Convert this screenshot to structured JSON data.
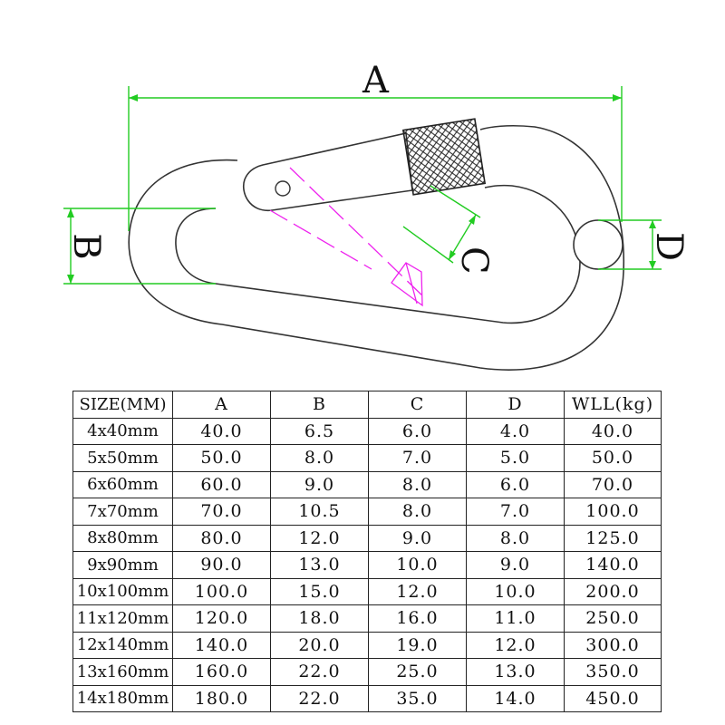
{
  "diagram": {
    "labels": {
      "a": "A",
      "b": "B",
      "c": "C",
      "d": "D"
    },
    "colors": {
      "dimension": "#22cc22",
      "guide": "#ee22ee",
      "outline": "#333333"
    }
  },
  "table": {
    "headers": [
      "SIZE(MM)",
      "A",
      "B",
      "C",
      "D",
      "WLL(kg)"
    ],
    "rows": [
      [
        "4x40mm",
        "40.0",
        "6.5",
        "6.0",
        "4.0",
        "40.0"
      ],
      [
        "5x50mm",
        "50.0",
        "8.0",
        "7.0",
        "5.0",
        "50.0"
      ],
      [
        "6x60mm",
        "60.0",
        "9.0",
        "8.0",
        "6.0",
        "70.0"
      ],
      [
        "7x70mm",
        "70.0",
        "10.5",
        "8.0",
        "7.0",
        "100.0"
      ],
      [
        "8x80mm",
        "80.0",
        "12.0",
        "9.0",
        "8.0",
        "125.0"
      ],
      [
        "9x90mm",
        "90.0",
        "13.0",
        "10.0",
        "9.0",
        "140.0"
      ],
      [
        "10x100mm",
        "100.0",
        "15.0",
        "12.0",
        "10.0",
        "200.0"
      ],
      [
        "11x120mm",
        "120.0",
        "18.0",
        "16.0",
        "11.0",
        "250.0"
      ],
      [
        "12x140mm",
        "140.0",
        "20.0",
        "19.0",
        "12.0",
        "300.0"
      ],
      [
        "13x160mm",
        "160.0",
        "22.0",
        "25.0",
        "13.0",
        "350.0"
      ],
      [
        "14x180mm",
        "180.0",
        "22.0",
        "35.0",
        "14.0",
        "450.0"
      ]
    ]
  }
}
